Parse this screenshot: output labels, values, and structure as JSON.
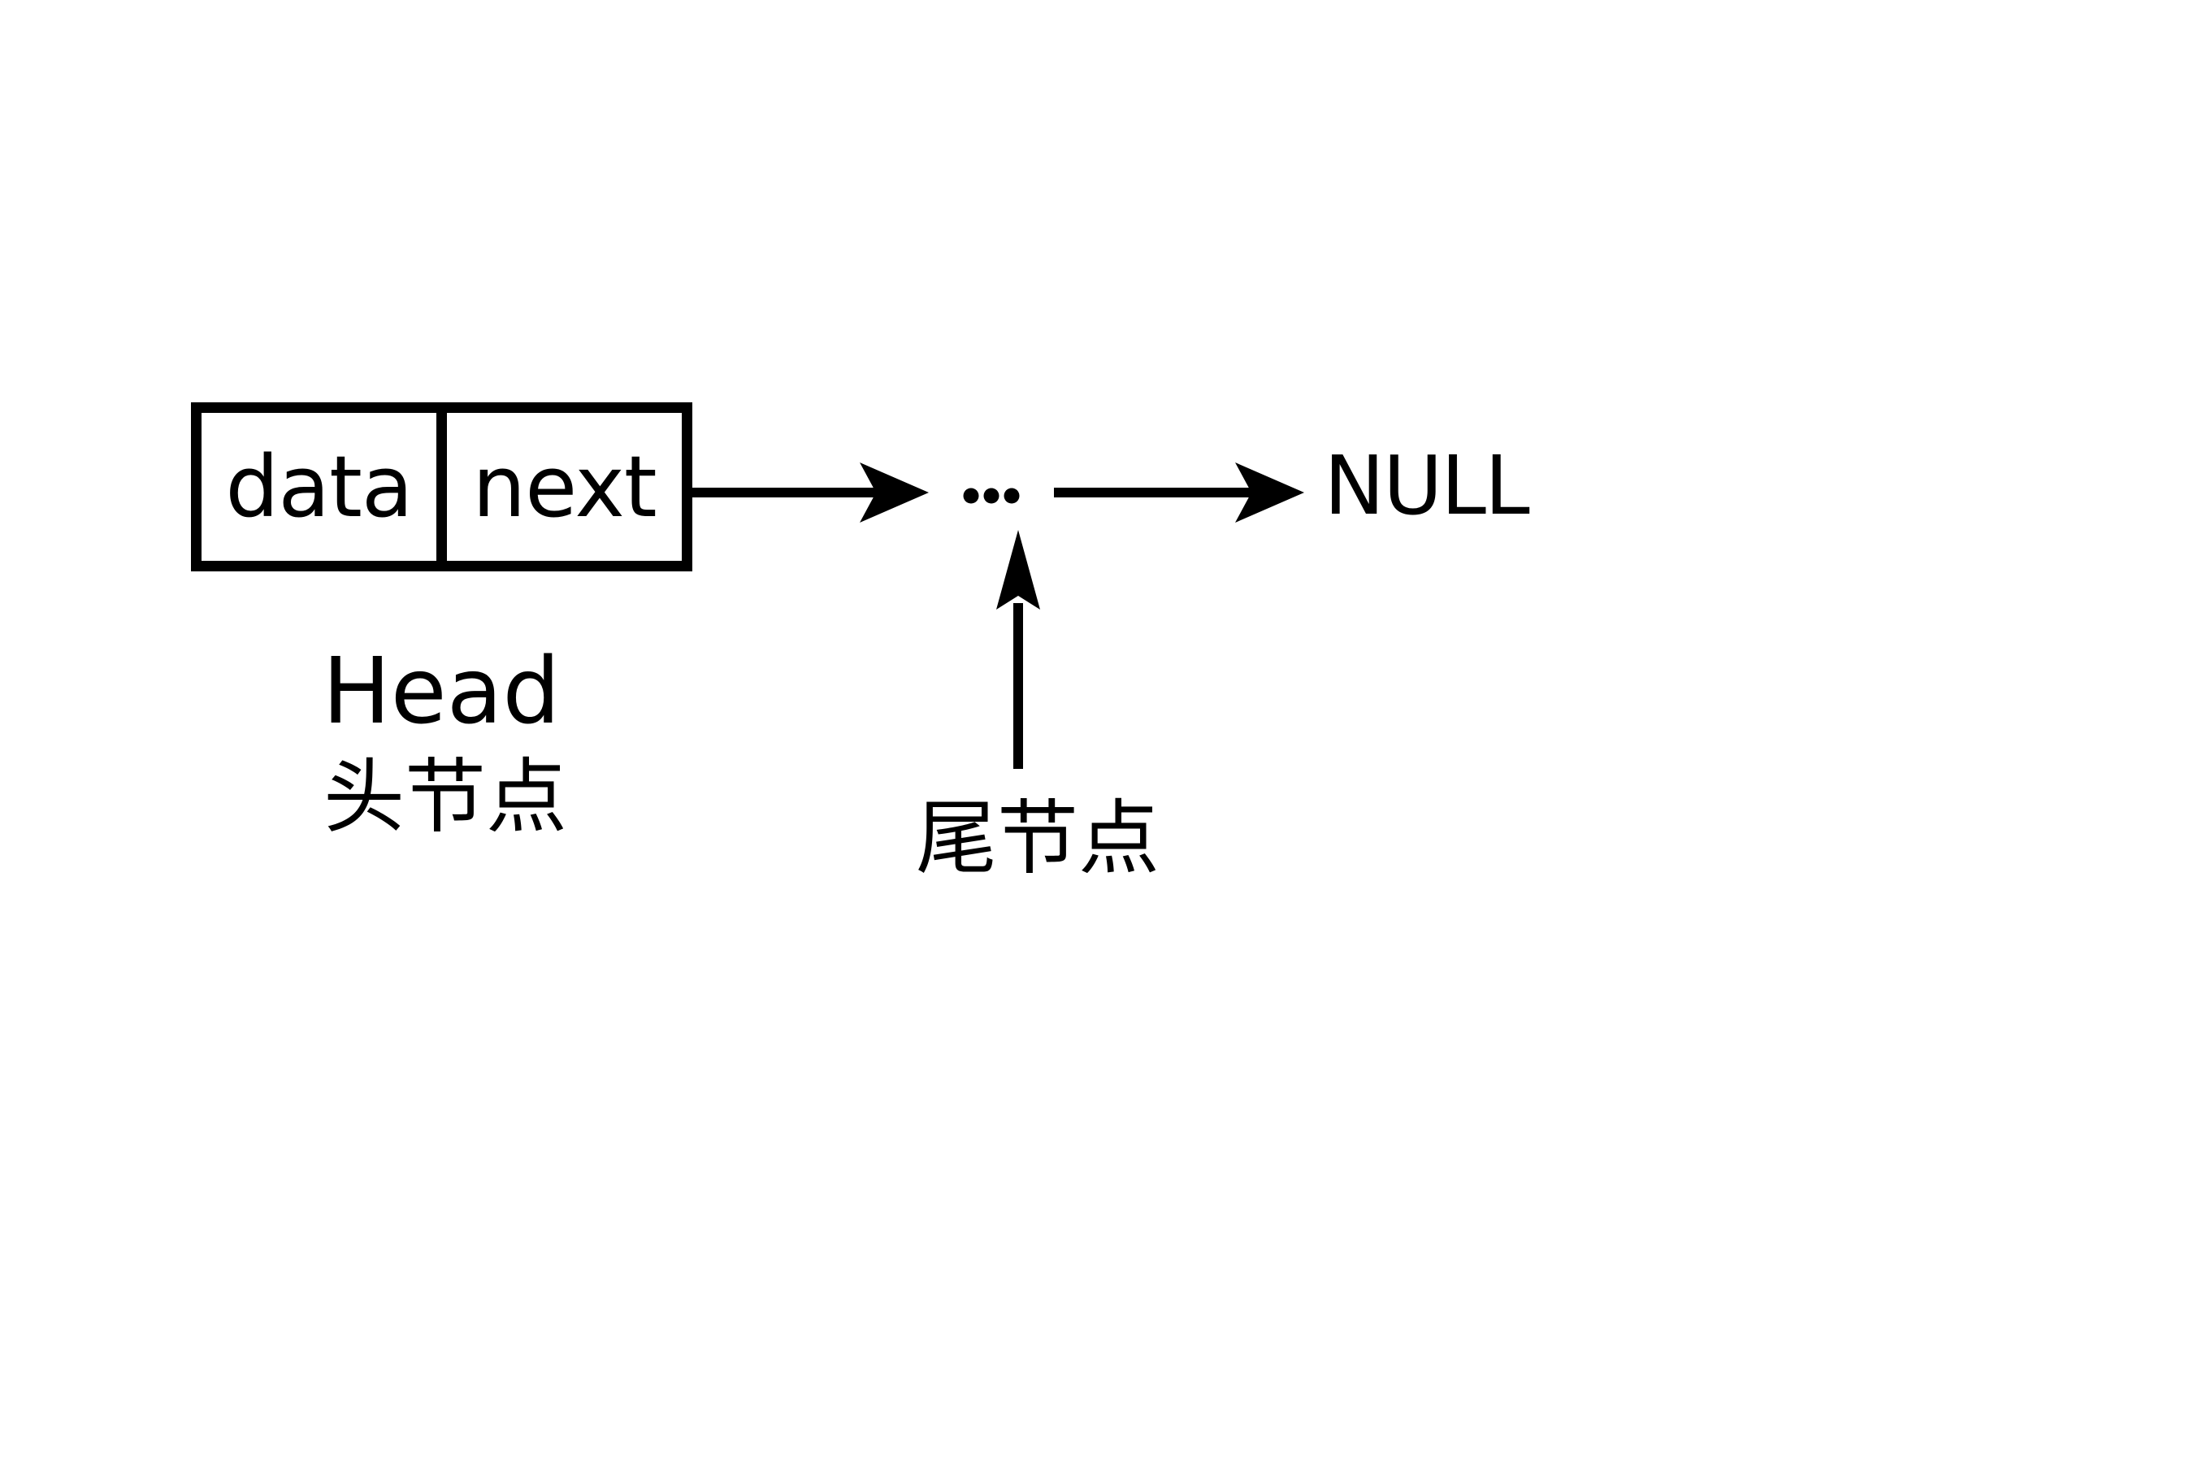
{
  "diagram": {
    "node": {
      "data": "data",
      "next": "next"
    },
    "head_label_en": "Head",
    "head_label_zh": "头节点",
    "tail_label_zh": "尾节点",
    "null_label": "NULL",
    "ellipsis": "..."
  },
  "colors": {
    "ink": "#000000",
    "background": "#ffffff"
  }
}
